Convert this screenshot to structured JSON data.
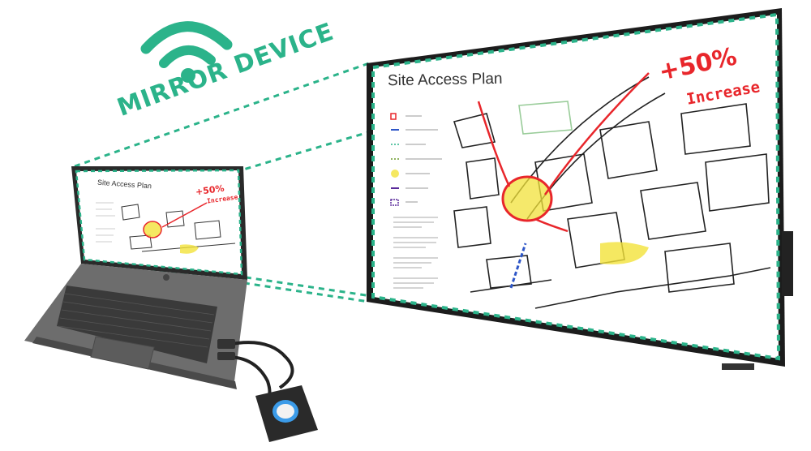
{
  "label": {
    "mirror_device": "MIRROR DEVICE"
  },
  "screen": {
    "title": "Site Access Plan",
    "annotation_percent": "+50%",
    "annotation_word": "Increase"
  },
  "laptop": {
    "title": "Site Access Plan",
    "annotation_percent": "+50%",
    "annotation_word": "Increase"
  },
  "icons": {
    "wifi": "wifi-icon"
  },
  "colors": {
    "accent": "#2bb38a",
    "annotation": "#e8262b",
    "highlight": "#f2e23a",
    "route": "#2f57c8"
  }
}
